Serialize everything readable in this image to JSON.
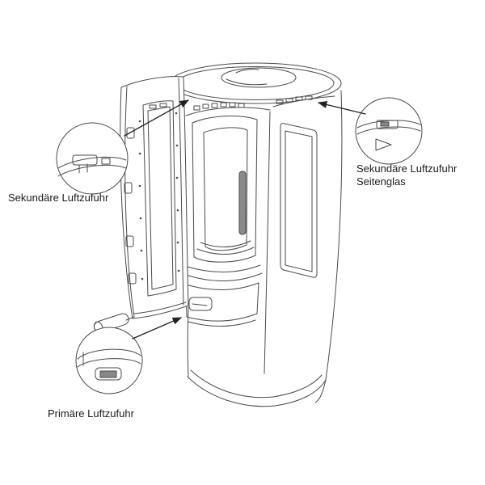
{
  "colors": {
    "background": "#ffffff",
    "line": "#4a4a4a",
    "text": "#1a1a1a",
    "arrow": "#222222"
  },
  "labels": {
    "secondary_air_door": "Sekundäre Luftzufuhr",
    "secondary_air_side_glass_line1": "Sekundäre Luftzufuhr",
    "secondary_air_side_glass_line2": "Seitenglas",
    "primary_air": "Primäre Luftzufuhr"
  }
}
